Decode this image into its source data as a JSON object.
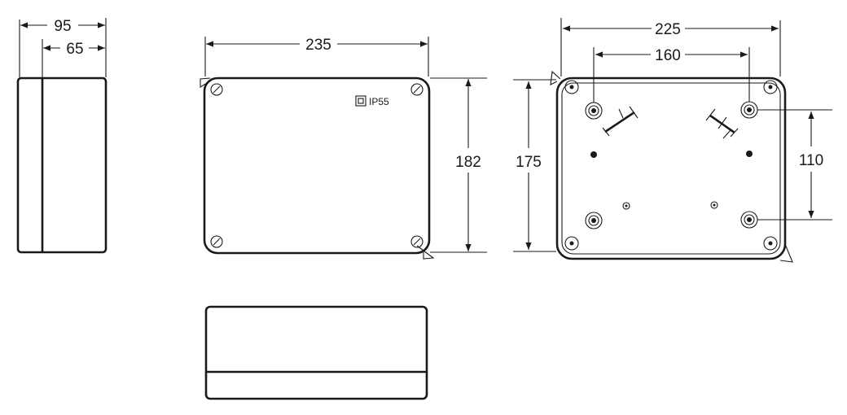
{
  "dimensions": {
    "side_overall": "95",
    "side_body": "65",
    "front_width": "235",
    "front_height": "182",
    "back_width": "225",
    "back_hole_spacing_x": "160",
    "back_height": "175",
    "back_hole_spacing_y": "110"
  },
  "lid_marking": {
    "rating": "IP55"
  }
}
